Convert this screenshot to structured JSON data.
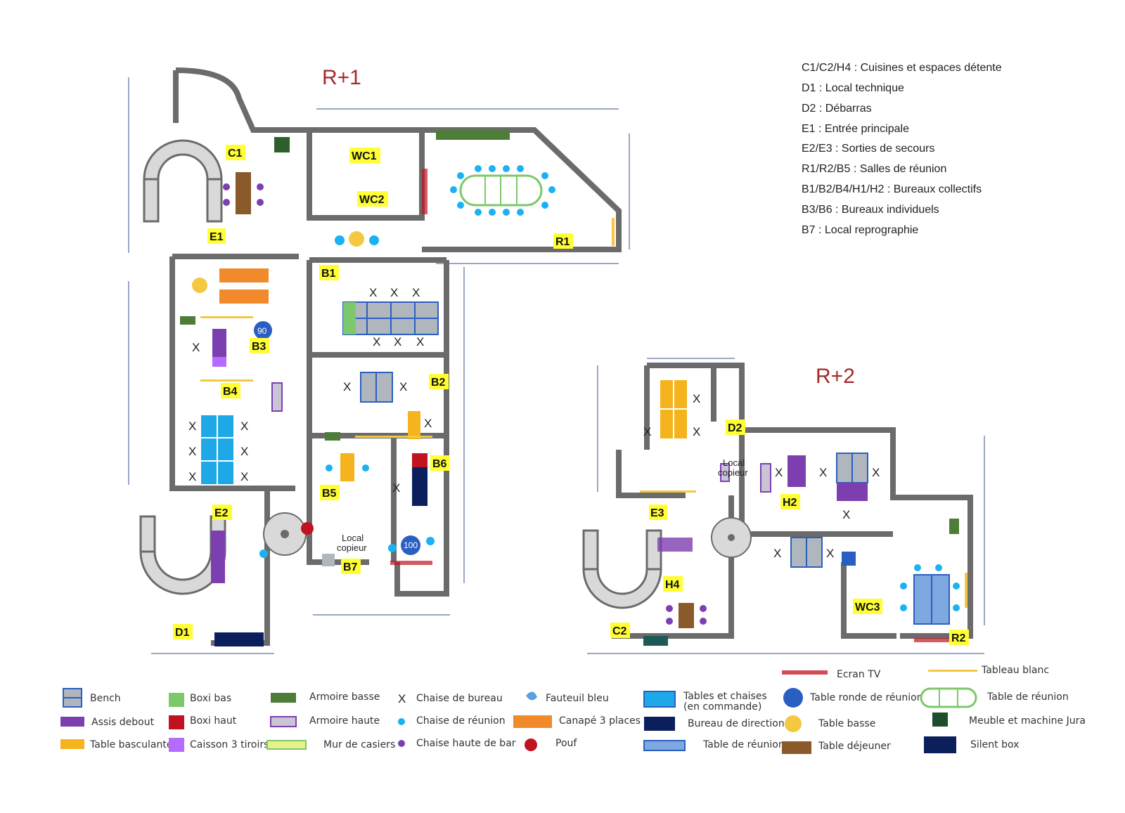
{
  "floors": {
    "r1_title": "R+1",
    "r2_title": "R+2"
  },
  "definitions": [
    "C1/C2/H4 : Cuisines et espaces détente",
    "D1 : Local technique",
    "D2 : Débarras",
    "E1 : Entrée principale",
    "E2/E3 : Sorties de secours",
    "R1/R2/B5 : Salles de réunion",
    "B1/B2/B4/H1/H2 : Bureaux collectifs",
    "B3/B6 : Bureaux individuels",
    "B7 : Local reprographie"
  ],
  "room_tags": {
    "c1": "C1",
    "wc1": "WC1",
    "wc2": "WC2",
    "e1": "E1",
    "r1": "R1",
    "b1": "B1",
    "b3": "B3",
    "b4": "B4",
    "b2": "B2",
    "b6": "B6",
    "b5": "B5",
    "e2": "E2",
    "b7": "B7",
    "d1": "D1",
    "d2": "D2",
    "h2": "H2",
    "e3": "E3",
    "h4": "H4",
    "wc3": "WC3",
    "c2": "C2",
    "r2": "R2"
  },
  "texts": {
    "local_copieur_1": "Local",
    "local_copieur_2": "copieur",
    "table_100": "100",
    "table_90": "90",
    "chair_x": "X"
  },
  "legend": [
    {
      "icon": "bench-icon",
      "label": "Bench"
    },
    {
      "icon": "assis-debout-icon",
      "label": "Assis debout"
    },
    {
      "icon": "table-basculante-icon",
      "label": "Table basculante"
    },
    {
      "icon": "boxi-bas-icon",
      "label": "Boxi bas"
    },
    {
      "icon": "boxi-haut-icon",
      "label": "Boxi haut"
    },
    {
      "icon": "caisson-icon",
      "label": "Caisson 3 tiroirs"
    },
    {
      "icon": "armoire-basse-icon",
      "label": "Armoire basse"
    },
    {
      "icon": "armoire-haute-icon",
      "label": "Armoire haute"
    },
    {
      "icon": "mur-casiers-icon",
      "label": "Mur de casiers"
    },
    {
      "icon": "chaise-bureau-icon",
      "label": "Chaise de bureau"
    },
    {
      "icon": "chaise-reunion-icon",
      "label": "Chaise de réunion"
    },
    {
      "icon": "chaise-haute-icon",
      "label": "Chaise haute de bar"
    },
    {
      "icon": "fauteuil-bleu-icon",
      "label": "Fauteuil bleu"
    },
    {
      "icon": "canape-icon",
      "label": "Canapé 3 places"
    },
    {
      "icon": "pouf-icon",
      "label": "Pouf"
    },
    {
      "icon": "tables-chaises-icon",
      "label": "Tables et chaises"
    },
    {
      "icon": "tables-chaises-icon-2",
      "label": "(en commande)"
    },
    {
      "icon": "bureau-direction-icon",
      "label": "Bureau de direction"
    },
    {
      "icon": "table-reunion-blue-icon",
      "label": "Table de réunion"
    },
    {
      "icon": "table-ronde-icon",
      "label": "Table ronde de réunion"
    },
    {
      "icon": "table-basse-icon",
      "label": "Table basse"
    },
    {
      "icon": "table-dejeuner-icon",
      "label": "Table déjeuner"
    },
    {
      "icon": "ecran-tv-icon",
      "label": "Ecran TV"
    },
    {
      "icon": "table-reunion-oval-icon",
      "label": "Table de réunion"
    },
    {
      "icon": "meuble-jura-icon",
      "label": "Meuble et machine Jura"
    },
    {
      "icon": "tableau-blanc-icon",
      "label": "Tableau blanc"
    },
    {
      "icon": "silent-box-icon",
      "label": "Silent box"
    }
  ],
  "colors": {
    "wall": "#6b6b6b",
    "tag_bg": "#ffff33",
    "purple": "#7d3fb0",
    "orange": "#f08a2a",
    "yellow_table": "#f5b41e",
    "blue_table": "#1fa8e8",
    "navy": "#0a1f5c",
    "grey_bench": "#b0b6bd",
    "green": "#4e7d3a",
    "red": "#c1121f",
    "cyan_chair": "#1cb1f2",
    "title_red": "#a52a2a"
  }
}
